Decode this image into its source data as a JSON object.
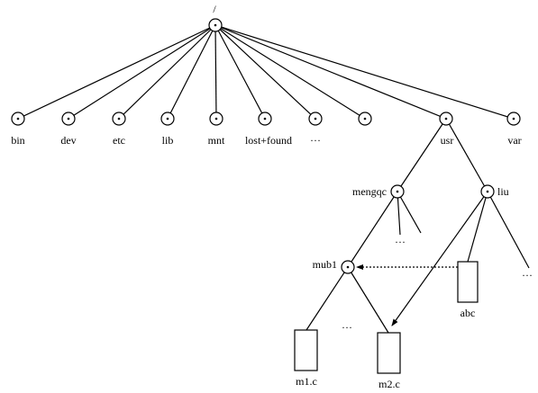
{
  "root": {
    "label": "/"
  },
  "level1": [
    {
      "id": "bin",
      "label": "bin"
    },
    {
      "id": "dev",
      "label": "dev"
    },
    {
      "id": "etc",
      "label": "etc"
    },
    {
      "id": "lib",
      "label": "lib"
    },
    {
      "id": "mnt",
      "label": "mnt"
    },
    {
      "id": "lost",
      "label": "lost+found"
    },
    {
      "id": "ellipsis",
      "label": "···"
    },
    {
      "id": "unnamed",
      "label": ""
    },
    {
      "id": "usr",
      "label": "usr"
    },
    {
      "id": "var",
      "label": "var"
    }
  ],
  "usr_children": [
    {
      "id": "mengqc",
      "label": "mengqc"
    },
    {
      "id": "liu",
      "label": "liu"
    }
  ],
  "mengqc_children": [
    {
      "id": "mub1",
      "label": "mub1"
    },
    {
      "id": "mengqc_ellipsis",
      "label": "···"
    }
  ],
  "liu_children": [
    {
      "id": "abc",
      "label": "abc"
    },
    {
      "id": "liu_ellipsis",
      "label": "···"
    }
  ],
  "mub1_children": [
    {
      "id": "m1c",
      "label": "m1.c"
    },
    {
      "id": "mub1_ellipsis",
      "label": "···"
    },
    {
      "id": "m2c",
      "label": "m2.c"
    }
  ],
  "links": [
    {
      "from": "abc",
      "to": "mub1",
      "style": "dotted"
    },
    {
      "from": "liu",
      "to": "m2c",
      "style": "solid"
    }
  ]
}
